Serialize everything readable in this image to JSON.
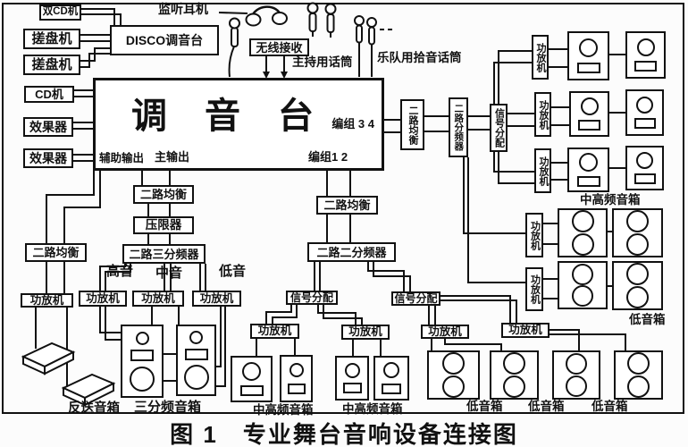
{
  "caption": "图 1　专业舞台音响设备连接图",
  "colors": {
    "ink": "#111111",
    "background": "#fcfcfc"
  },
  "icons": {
    "headphones": "monitor-headphones-icon",
    "wired_mic": "wired-microphone-icon",
    "wireless_mic": "wireless-microphone-icon",
    "pickup_mic": "pickup-microphone-icon",
    "arrow": "arrow-down-icon",
    "wedge": "stage-monitor-wedge-icon"
  },
  "labels": {
    "dual_cd": "双CD机",
    "turntable": "搓盘机",
    "cd": "CD机",
    "effects": "效果器",
    "disco_mixer": "DISCO调音台",
    "monitor_headphones": "监听耳机",
    "wireless_receiver": "无线接收",
    "host_mic": "主持用话筒",
    "band_mic": "乐队用拾音话筒",
    "mixer_title": "调音台",
    "group34": "编组 3 4",
    "group12": "编组1 2",
    "aux_out": "辅助输出",
    "main_out": "主输出",
    "eq2": "二路均衡",
    "limiter": "压限器",
    "xover3": "二路三分频器",
    "xover2": "二路二分频器",
    "xover_r": "二路分频器",
    "signal_dist": "信号分配",
    "amp": "功放机",
    "treble": "高音",
    "mid": "中音",
    "bass": "低音",
    "tri_speaker": "三分频音箱",
    "mh_speaker": "中高频音箱",
    "low_speaker": "低音箱",
    "monitor_speaker": "反送音箱"
  }
}
